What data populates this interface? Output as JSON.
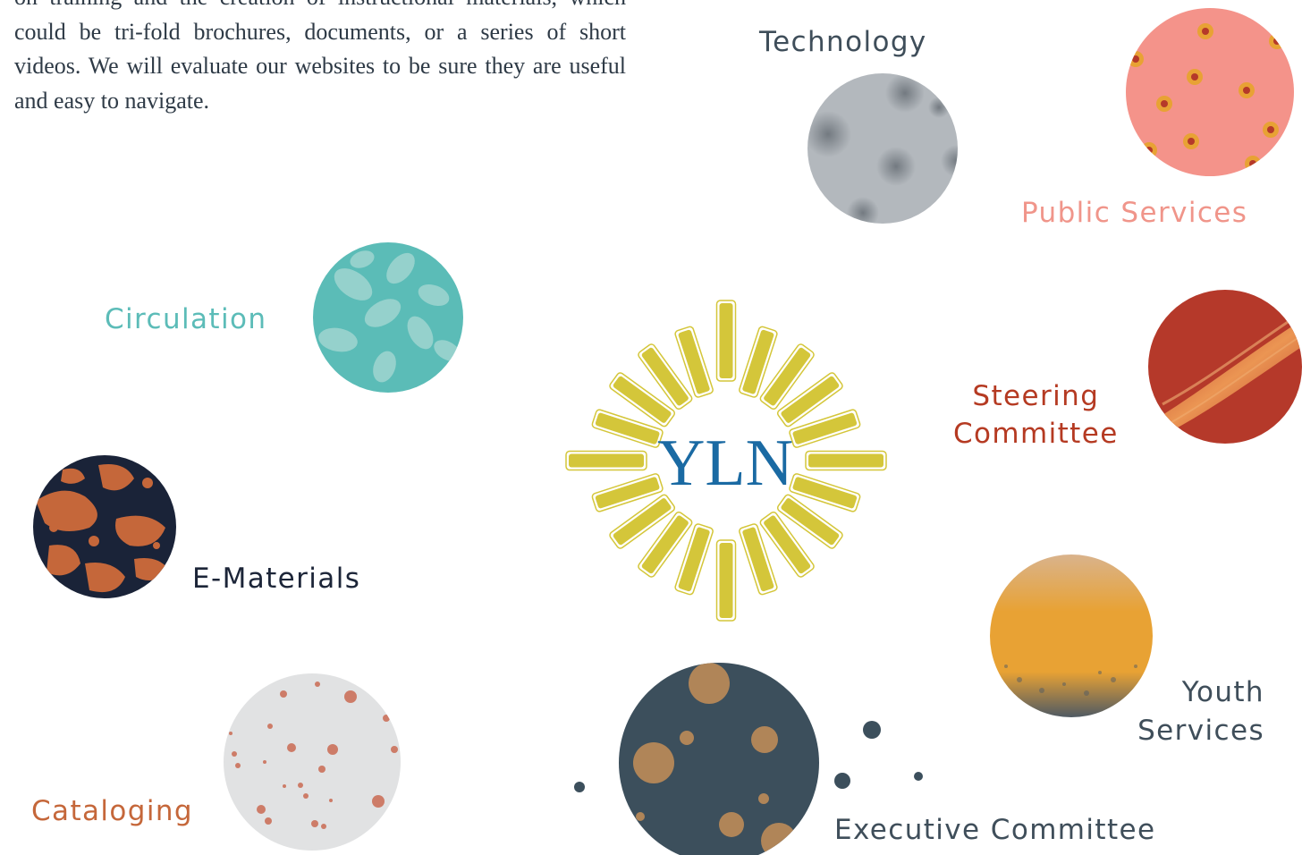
{
  "intro_lines": [
    "on training and the creation of instructional materials,",
    "which could be tri-fold brochures, documents, or a series",
    "of short videos. We will evaluate our websites to be sure",
    "they are useful and easy to navigate."
  ],
  "center_logo": {
    "text": "YLN",
    "color": "#1a6aa3",
    "ray_color": "#d4c63a"
  },
  "committees": [
    {
      "id": "technology",
      "lines": [
        "Technology"
      ],
      "color": "#3f4e5a",
      "planet_color": "#b3b8bd"
    },
    {
      "id": "public-services",
      "lines": [
        "Public Services"
      ],
      "color": "#f0958a",
      "planet_color": "#f4938a"
    },
    {
      "id": "circulation",
      "lines": [
        "Circulation"
      ],
      "color": "#5cbcb8",
      "planet_color": "#5bbcb7"
    },
    {
      "id": "steering",
      "lines": [
        "Steering",
        "Committee"
      ],
      "color": "#b53a22",
      "planet_color": "#b5392a"
    },
    {
      "id": "e-materials",
      "lines": [
        "E-Materials"
      ],
      "color": "#1c2538",
      "planet_color": "#1a2338"
    },
    {
      "id": "youth-services",
      "lines": [
        "Youth",
        "Services"
      ],
      "color": "#3f4e5a",
      "planet_color": "#e8a234"
    },
    {
      "id": "cataloging",
      "lines": [
        "Cataloging"
      ],
      "color": "#c5673a",
      "planet_color": "#e1e2e3"
    },
    {
      "id": "executive",
      "lines": [
        "Executive Committee"
      ],
      "color": "#3f4e5a",
      "planet_color": "#3c4f5c"
    }
  ]
}
